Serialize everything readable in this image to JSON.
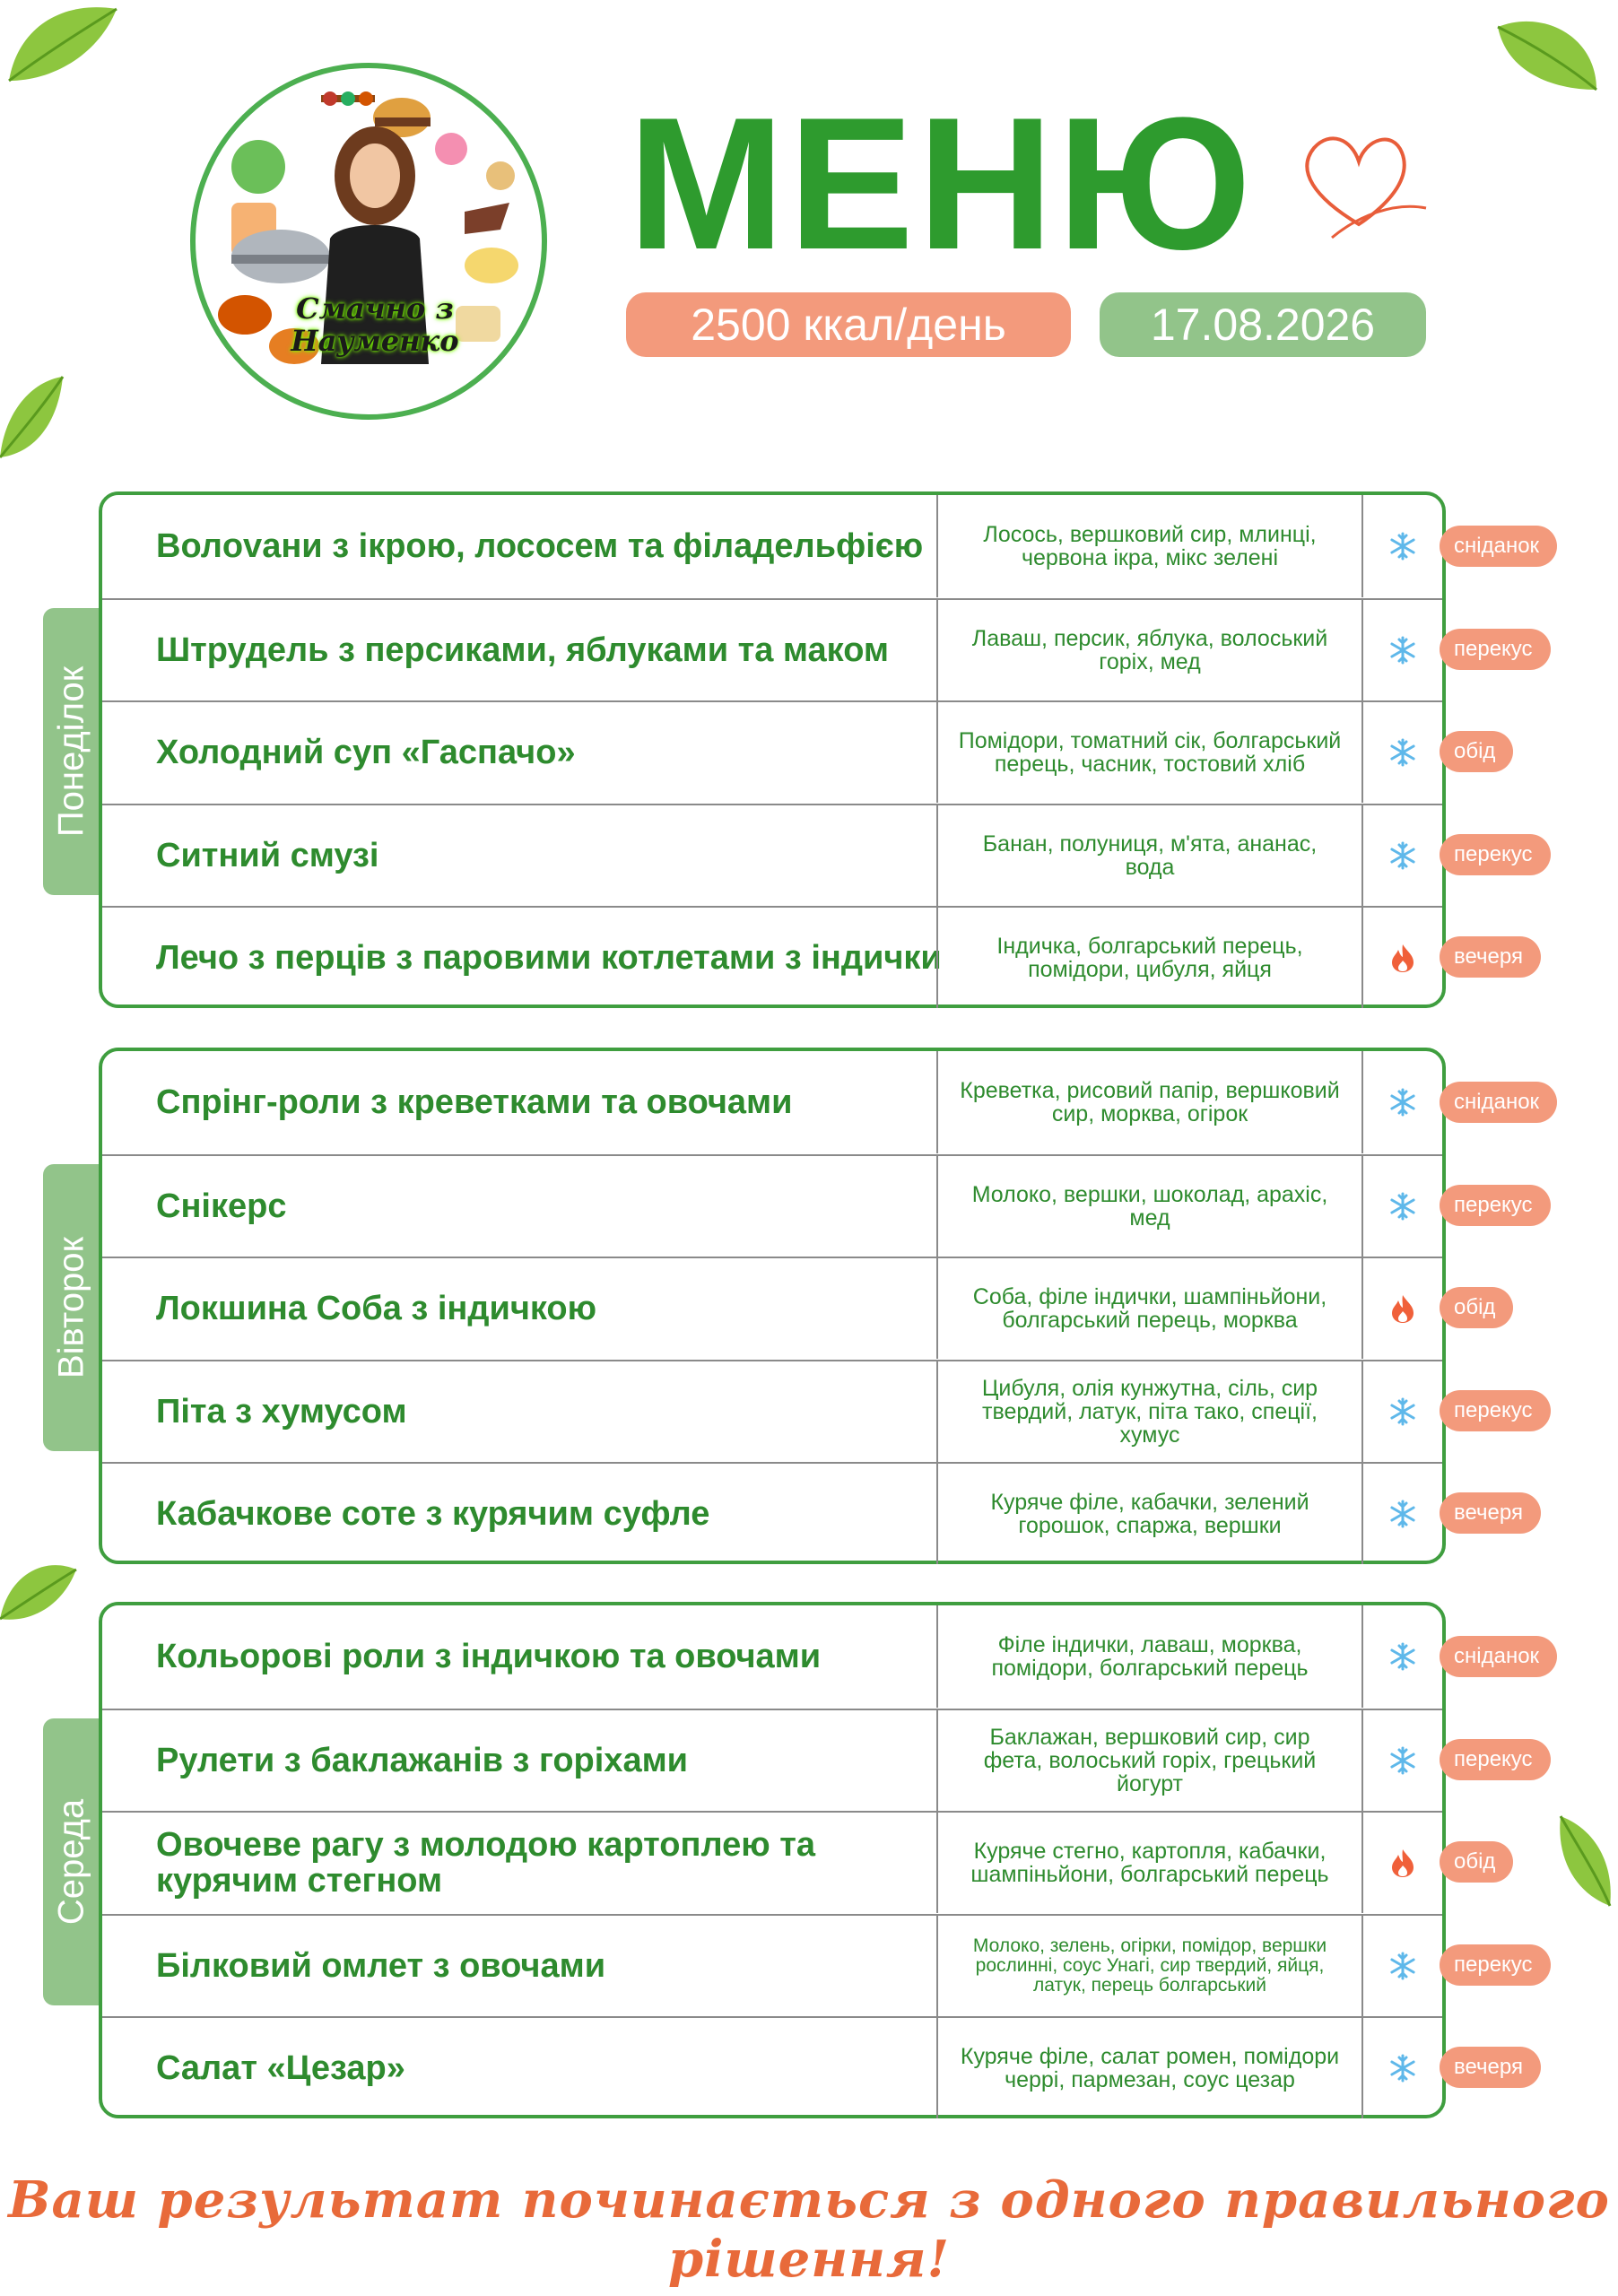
{
  "header": {
    "logo_text": "Смачно з Науменко",
    "title": "МЕНЮ",
    "kcal": "2500 ккал/день",
    "date": "17.08.2026"
  },
  "days": [
    {
      "name": "Понеділок",
      "meals": [
        {
          "dish": "Волovани з ікрою, лососем та філадельфією",
          "ingredients": "Лосось, вершковий сир, млинці, червона ікра, мікс зелені",
          "temp_icon": "snowflake-icon",
          "meal": "сніданок"
        },
        {
          "dish": "Штрудель з персиками, яблуками та маком",
          "ingredients": "Лаваш, персик, яблука, волоський горіх, мед",
          "temp_icon": "snowflake-icon",
          "meal": "перекус"
        },
        {
          "dish": "Холодний суп «Гаспачо»",
          "ingredients": "Помідори, томатний сік, болгарський перець, часник, тостовий хліб",
          "temp_icon": "snowflake-icon",
          "meal": "обід"
        },
        {
          "dish": "Ситний смузі",
          "ingredients": "Банан, полуниця, м'ята, ананас, вода",
          "temp_icon": "snowflake-icon",
          "meal": "перекус"
        },
        {
          "dish": "Лечо з перців з паровими котлетами з індички",
          "ingredients": "Індичка, болгарський перець, помідори, цибуля, яйця",
          "temp_icon": "fire-icon",
          "meal": "вечеря"
        }
      ]
    },
    {
      "name": "Вівторок",
      "meals": [
        {
          "dish": "Спрінг-роли з креветками та овочами",
          "ingredients": "Креветка, рисовий папір, вершковий сир, морква, огірок",
          "temp_icon": "snowflake-icon",
          "meal": "сніданок"
        },
        {
          "dish": "Снікерс",
          "ingredients": "Молоко, вершки, шоколад, арахіс, мед",
          "temp_icon": "snowflake-icon",
          "meal": "перекус"
        },
        {
          "dish": "Локшина Соба з індичкою",
          "ingredients": "Соба, філе індички, шампіньйони, болгарський перець, морква",
          "temp_icon": "fire-icon",
          "meal": "обід"
        },
        {
          "dish": "Піта з хумусом",
          "ingredients": "Цибуля, олія кунжутна, сіль, сир твердий, латук, піта тако, спеції, хумус",
          "temp_icon": "snowflake-icon",
          "meal": "перекус"
        },
        {
          "dish": "Кабачкове соте з курячим суфле",
          "ingredients": "Куряче філе, кабачки, зелений горошок, спаржа, вершки",
          "temp_icon": "snowflake-icon",
          "meal": "вечеря"
        }
      ]
    },
    {
      "name": "Середа",
      "meals": [
        {
          "dish": "Кольорові роли з індичкою та овочами",
          "ingredients": "Філе індички, лаваш, морква, помідори, болгарський перець",
          "temp_icon": "snowflake-icon",
          "meal": "сніданок"
        },
        {
          "dish": "Рулети з баклажанів з горіхами",
          "ingredients": "Баклажан, вершковий сир, сир фета, волоський горіх, грецький йогурт",
          "temp_icon": "snowflake-icon",
          "meal": "перекус"
        },
        {
          "dish": "Овочеве рагу з молодою картоплею та курячим стегном",
          "ingredients": "Куряче стегно, картопля, кабачки, шампіньйони, болгарський перець",
          "temp_icon": "fire-icon",
          "meal": "обід"
        },
        {
          "dish": "Білковий омлет з овочами",
          "ingredients": "Молоко, зелень, огірки, помідор, вершки рослинні, соус Унагі, сир твердий, яйця, латук, перець болгарський",
          "temp_icon": "snowflake-icon",
          "meal": "перекус"
        },
        {
          "dish": "Салат «Цезар»",
          "ingredients": "Куряче філе, салат ромен, помідори черрі, пармезан, соус цезар",
          "temp_icon": "snowflake-icon",
          "meal": "вечеря"
        }
      ]
    }
  ],
  "footer": {
    "slogan": "Ваш результат починається з одного правильного рішення!"
  },
  "colors": {
    "green": "#2e8b2e",
    "salmon": "#f39a7c",
    "sage": "#92c48a",
    "snow": "#5fb8ea",
    "fire": "#f0603a"
  }
}
